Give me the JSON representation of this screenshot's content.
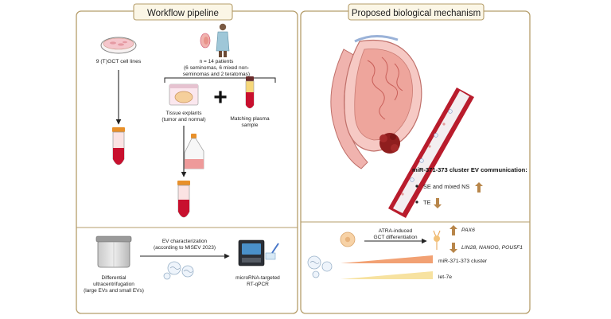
{
  "left_panel": {
    "title": "Workflow pipeline",
    "cell_lines": "9 (T)GCT cell lines",
    "patients": [
      "n = 14 patients",
      "(6 seminomas, 6 mixed non-",
      "seminomas and 2 teratomas)"
    ],
    "tissue": [
      "Tissue explants",
      "(tumor and normal)"
    ],
    "plasma": [
      "Matching plasma",
      "sample"
    ],
    "plus": "+",
    "uc": [
      "Differential",
      "ultracentrifugation",
      "(large EVs and small EVs)"
    ],
    "ev_char": [
      "EV characterization",
      "(according to MISEV 2023)"
    ],
    "qpcr": [
      "microRNA-targeted",
      "RT-qPCR"
    ]
  },
  "right_panel": {
    "title": "Proposed biological mechanism",
    "cluster_title": "miR-371-373 cluster EV communication:",
    "bullets": [
      "SE and mixed NS",
      "TE"
    ],
    "atra": [
      "ATRA-induced",
      "GCT differentiation"
    ],
    "genes_up": "PAX6",
    "genes_down": "LIN28, NANOG, POU5F1",
    "wedge_labels": [
      "miR-371-373 cluster",
      "let-7e"
    ]
  },
  "colors": {
    "frame_border": "#b59d6a",
    "title_fill": "#fbf6e6",
    "tube_red": "#c8102e",
    "cap_orange": "#e8902a",
    "arrow_up": "#b8864a",
    "wedge_orange": "#f2a173",
    "wedge_yellow": "#f7e2a0",
    "vessel": "#b91c2c",
    "testis_pink": "#f0b3ae",
    "tumor": "#8f1e1e"
  }
}
